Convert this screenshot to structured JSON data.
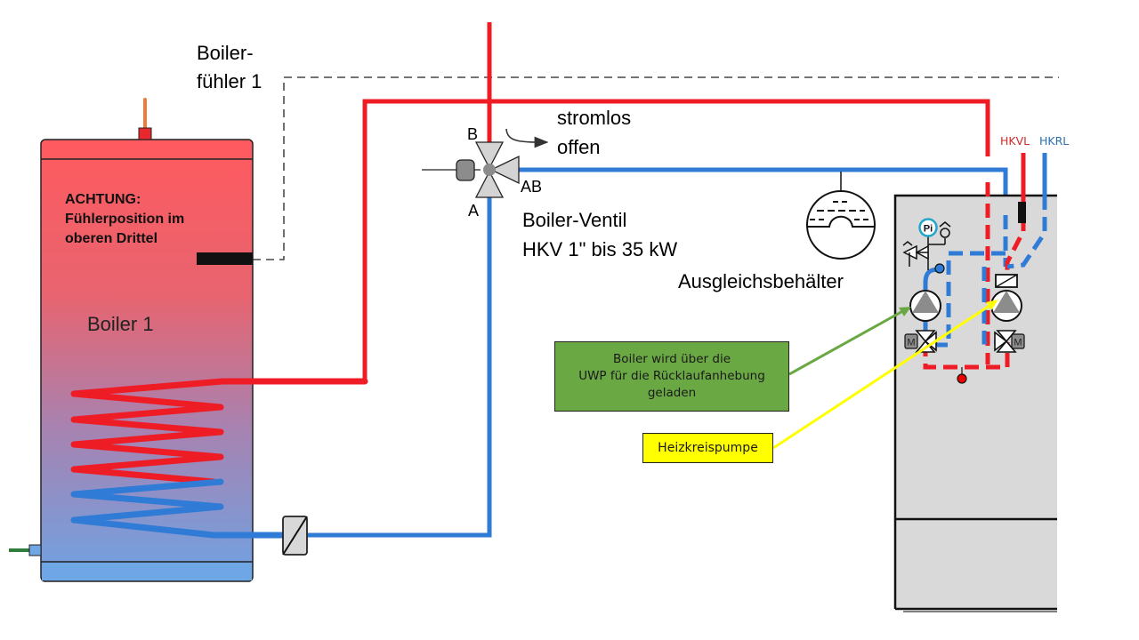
{
  "diagram": {
    "title": "Boiler-Anschluss Schema",
    "boiler": {
      "name": "Boiler 1",
      "warning_line1": "ACHTUNG:",
      "warning_line2": "Fühlerposition im",
      "warning_line3": "oberen Drittel"
    },
    "sensor": {
      "label_line1": "Boiler-",
      "label_line2": "fühler 1"
    },
    "valve": {
      "port_a": "A",
      "port_b": "B",
      "port_ab": "AB",
      "state_line1": "stromlos",
      "state_line2": "offen",
      "name_line1": "Boiler-Ventil",
      "name_line2": "HKV 1\" bis 35 kW"
    },
    "expansion_tank": {
      "label": "Ausgleichsbehälter"
    },
    "heating_unit": {
      "supply_label": "HKVL",
      "return_label": "HKRL",
      "gauge_label": "Pi",
      "motor_label": "M"
    },
    "callouts": {
      "green_line1": "Boiler wird über die",
      "green_line2": "UWP für die Rücklaufanhebung",
      "green_line3": "geladen",
      "yellow": "Heizkreispumpe"
    },
    "colors": {
      "hot_pipe": "#ee1c25",
      "cold_pipe": "#2f7bd6",
      "green_callout": "#6aa843",
      "yellow_callout": "#ffff00",
      "unit_fill": "#d9d9d9"
    }
  }
}
